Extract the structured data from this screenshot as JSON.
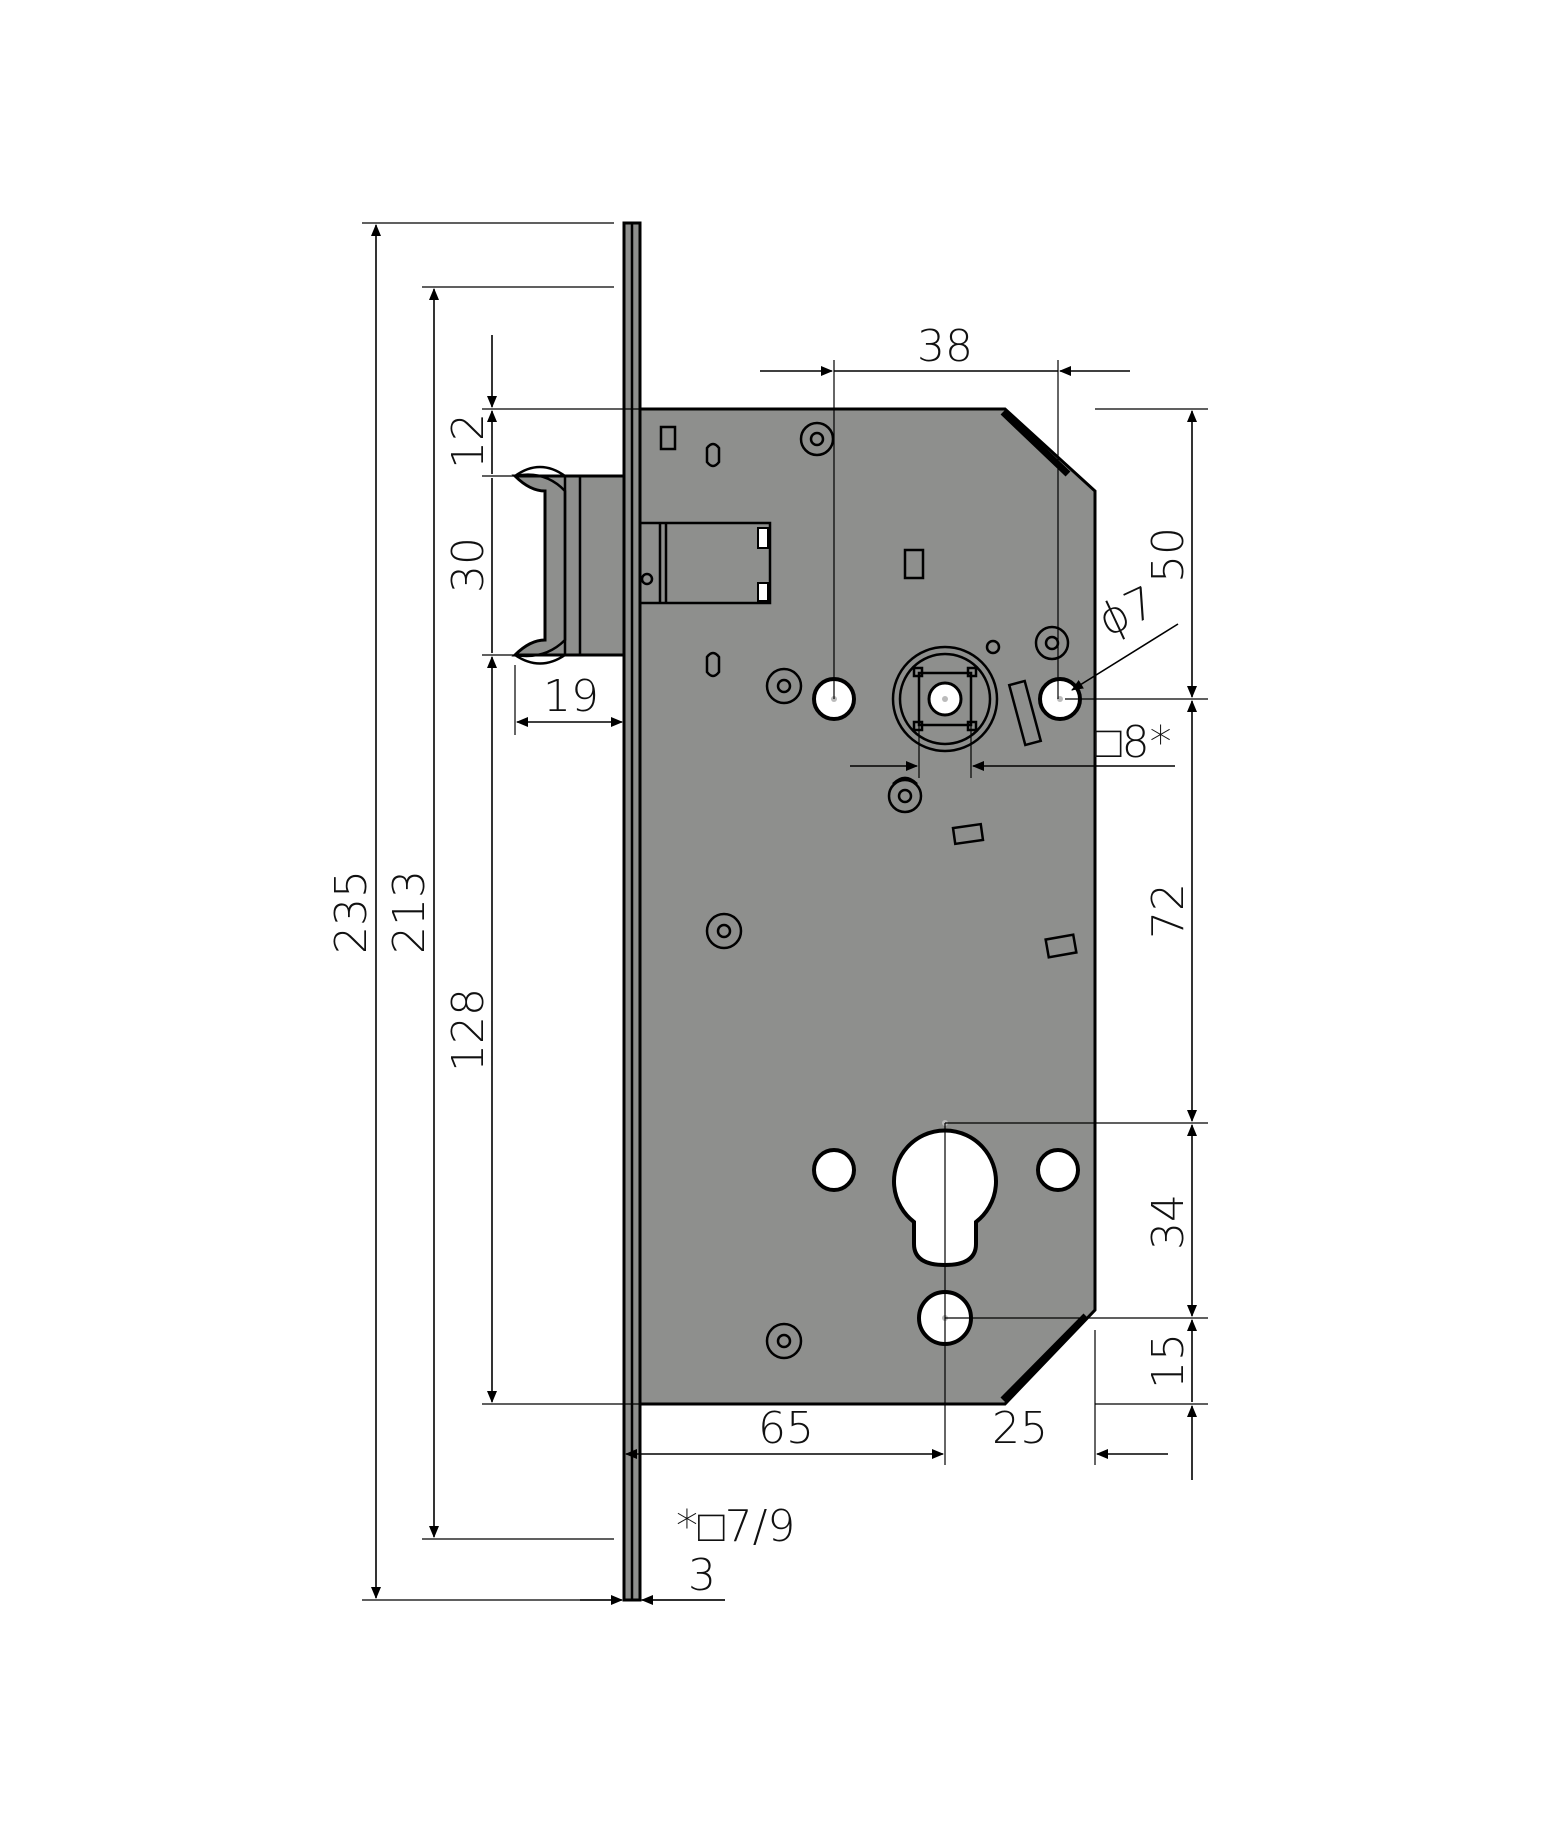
{
  "dimensions": {
    "overall_height": "235",
    "faceplate_hole_spacing": "213",
    "latch_to_bolt": "128",
    "top_offset": "12",
    "latch_height": "30",
    "latch_projection": "19",
    "spindle_to_screw": "38",
    "top_to_spindle": "50",
    "screw_hole_diameter": "ϕ7",
    "spindle_square": "□8*",
    "spindle_to_cylinder": "72",
    "cylinder_to_screw": "34",
    "screw_to_bottom": "15",
    "backset": "65",
    "cylinder_to_edge": "25",
    "faceplate_thickness": "3",
    "footnote": "*□7/9"
  },
  "colors": {
    "body": "#8e8f8d",
    "line": "#000000",
    "background": "#ffffff"
  }
}
